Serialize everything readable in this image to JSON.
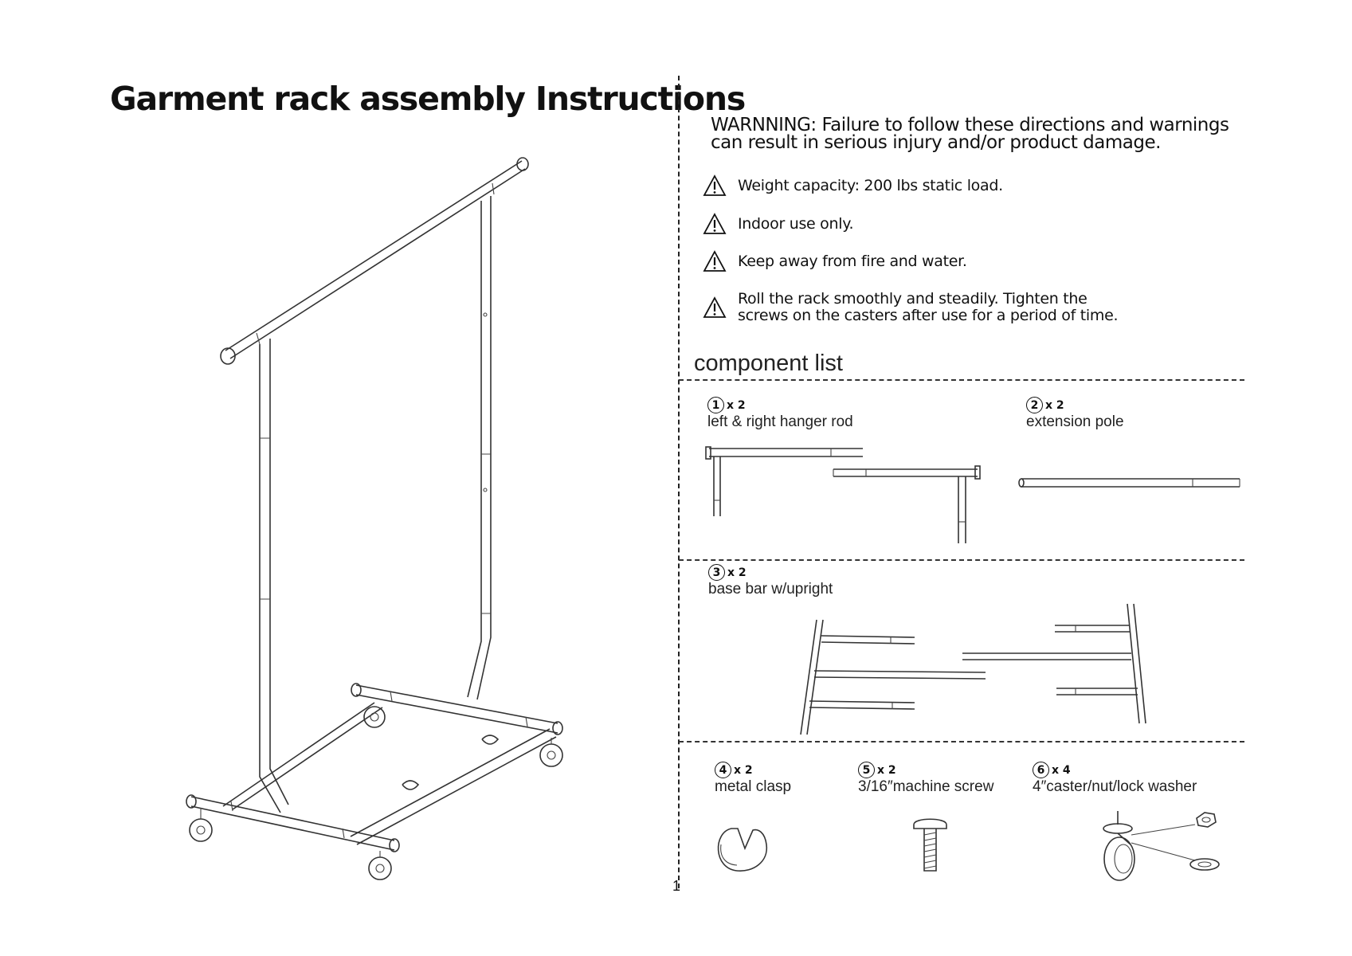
{
  "title": "Garment rack assembly Instructions",
  "warning": {
    "line1": "WARNNING: Failure to follow these directions and warnings",
    "line2": "can result in serious injury and/or product damage."
  },
  "warnings": [
    {
      "icon": "warning-triangle-icon",
      "line1": "Weight capacity: 200 lbs static load.",
      "line2": ""
    },
    {
      "icon": "warning-triangle-icon",
      "line1": "Indoor use only.",
      "line2": ""
    },
    {
      "icon": "warning-triangle-icon",
      "line1": "Keep away from fire and water.",
      "line2": ""
    },
    {
      "icon": "warning-triangle-icon",
      "line1": "Roll the rack smoothly and steadily. Tighten the",
      "line2": "screws on the casters after use for a period of time."
    }
  ],
  "component_list_title": "component list",
  "components": [
    {
      "number": "1",
      "qty": "x 2",
      "name": "left & right hanger rod"
    },
    {
      "number": "2",
      "qty": "x 2",
      "name": "extension pole"
    },
    {
      "number": "3",
      "qty": "x 2",
      "name": "base bar w/upright"
    },
    {
      "number": "4",
      "qty": "x 2",
      "name": "metal clasp"
    },
    {
      "number": "5",
      "qty": "x 2",
      "name": "3/16″machine screw"
    },
    {
      "number": "6",
      "qty": "x 4",
      "name": "4″caster/nut/lock washer"
    }
  ],
  "page_number": "1"
}
